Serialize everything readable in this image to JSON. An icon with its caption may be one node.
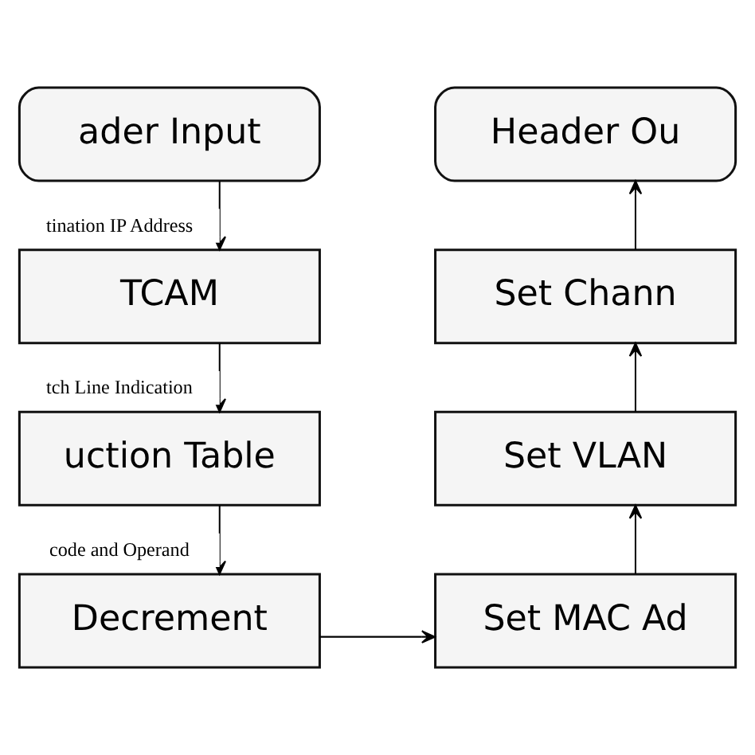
{
  "diagram": {
    "nodes": [
      {
        "text": [
          "ader Input"
        ]
      },
      {
        "text": [
          "TCAM"
        ]
      },
      {
        "text": [
          "uction Table"
        ]
      },
      {
        "text": [
          "Decrement"
        ]
      },
      {
        "text": [
          "Header Ou"
        ]
      },
      {
        "text": [
          "Set Chann"
        ]
      },
      {
        "text": [
          "Set VLAN"
        ]
      },
      {
        "text": [
          "Set MAC Ad"
        ]
      }
    ],
    "edges": [
      {
        "from": 0,
        "to": 1,
        "arrow": "to",
        "label": "tination IP Address"
      },
      {
        "from": 1,
        "to": 2,
        "arrow": "to",
        "label": "tch Line Indication"
      },
      {
        "from": 2,
        "to": 3,
        "arrow": "to",
        "label": "code and Operand"
      },
      {
        "from": 3,
        "to": 7,
        "arrow": "to"
      },
      {
        "from": 7,
        "to": 6,
        "arrow": "to"
      },
      {
        "from": 6,
        "to": 5,
        "arrow": "to"
      },
      {
        "from": 5,
        "to": 4,
        "arrow": "to"
      }
    ]
  }
}
